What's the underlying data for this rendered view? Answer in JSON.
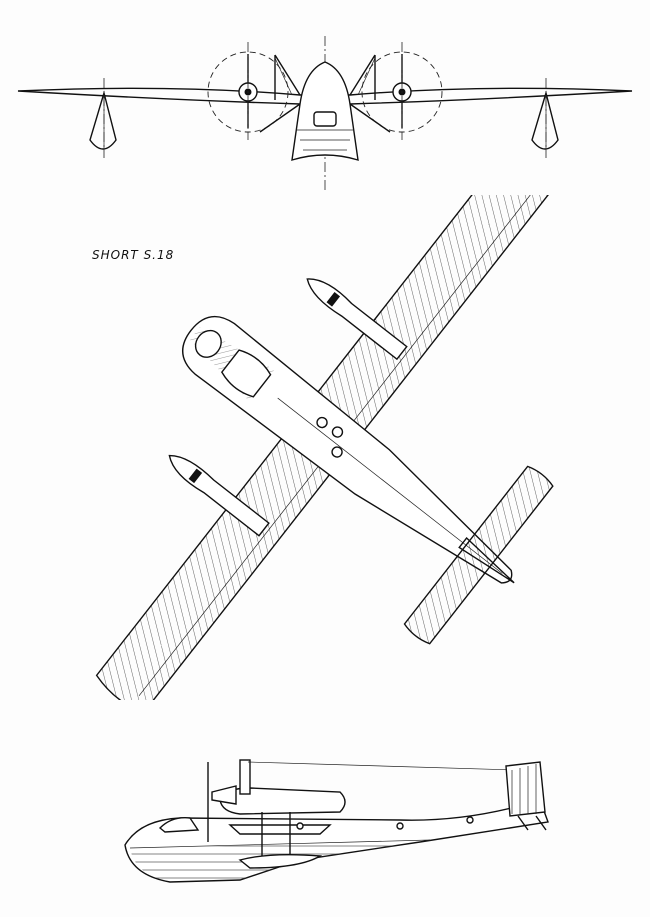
{
  "drawing": {
    "caption": "SHORT S.18",
    "views": [
      "front-elevation",
      "plan",
      "side-elevation"
    ],
    "line_color": "#111111",
    "background_color": "#fdfdfd"
  }
}
